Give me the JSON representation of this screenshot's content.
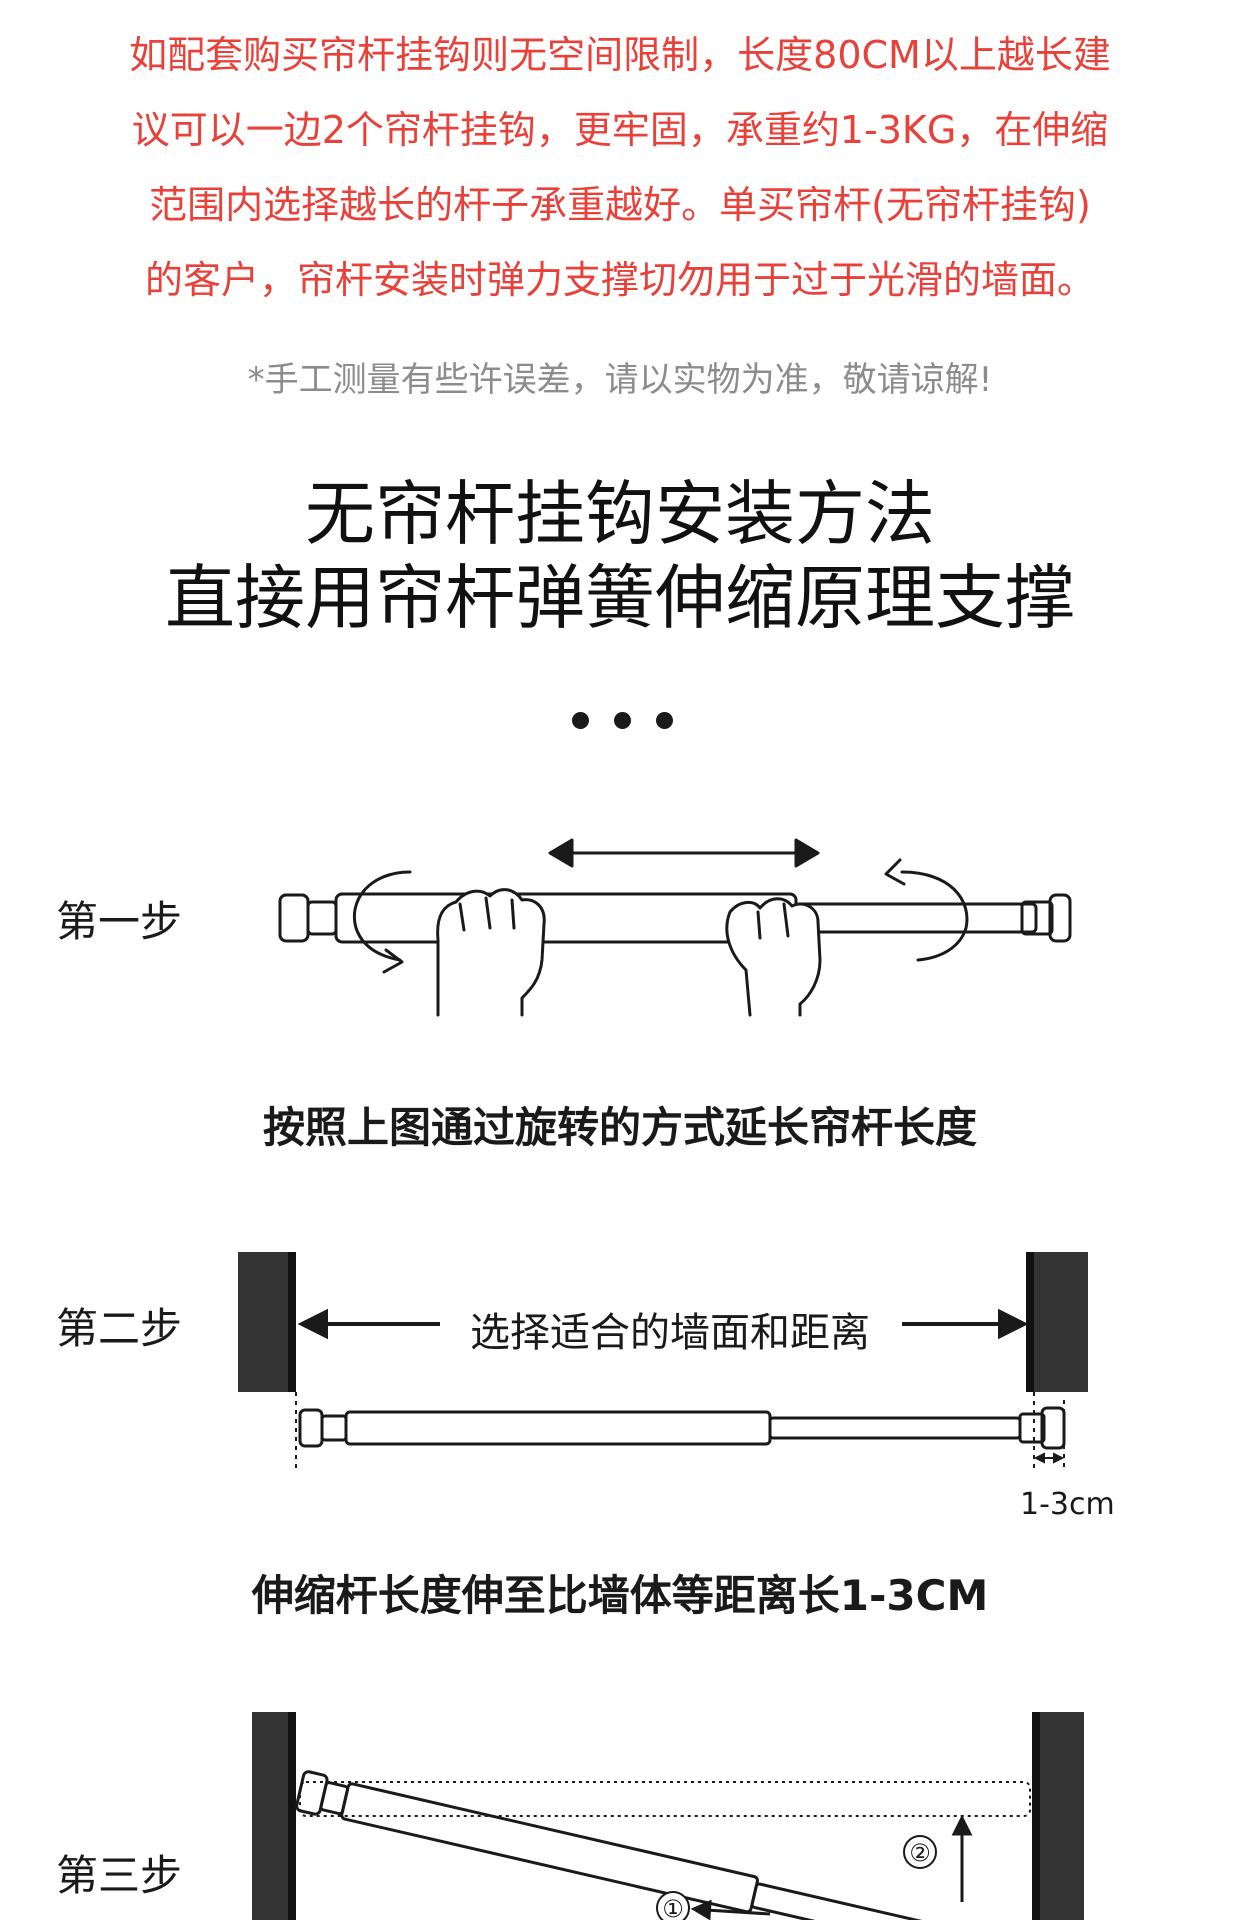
{
  "notice": {
    "lines": [
      "如配套购买帘杆挂钩则无空间限制，长度80CM以上越长建",
      "议可以一边2个帘杆挂钩，更牢固，承重约1-3KG，在伸缩",
      "范围内选择越长的杆子承重越好。单买帘杆(无帘杆挂钩)",
      "的客户，帘杆安装时弹力支撑切勿用于过于光滑的墙面。"
    ],
    "color": "#e8413a"
  },
  "disclaimer": "*手工测量有些许误差，请以实物为准，敬请谅解!",
  "title": {
    "line1": "无帘杆挂钩安装方法",
    "line2": "直接用帘杆弹簧伸缩原理支撑"
  },
  "steps": [
    {
      "label": "第一步",
      "caption": "按照上图通过旋转的方式延长帘杆长度"
    },
    {
      "label": "第二步",
      "caption": "伸缩杆长度伸至比墙体等距离长1-3CM",
      "wall_text": "选择适合的墙面和距离",
      "gap_text": "1-3cm"
    },
    {
      "label": "第三步",
      "marker_1": "①",
      "marker_2": "②"
    }
  ]
}
